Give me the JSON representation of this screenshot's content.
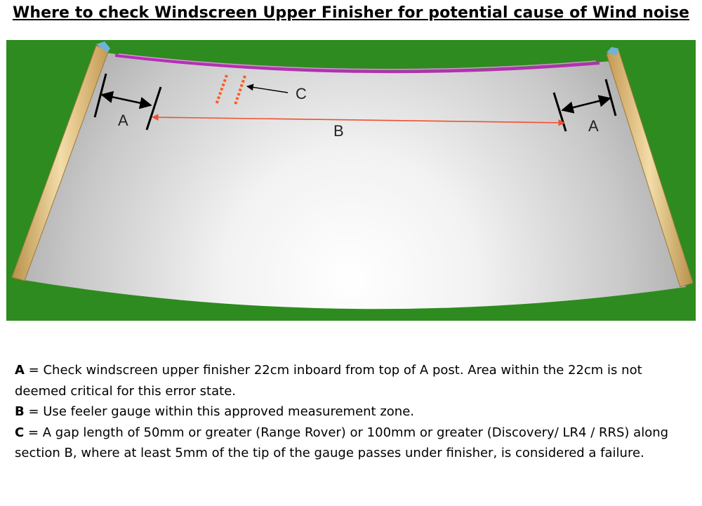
{
  "title": "Where to check Windscreen Upper Finisher for potential cause of Wind noise",
  "colors": {
    "background_green": "#2e8b1f",
    "glass_light": "#ffffff",
    "glass_dark": "#a6a6a6",
    "finisher_magenta": "#b42fb4",
    "a_post_tan": "#d9b46e",
    "zone_b_line": "#f05030",
    "gap_marker": "#ff5a1e",
    "arrow_black": "#000000"
  },
  "diagram": {
    "label_a_left": "A",
    "label_a_right": "A",
    "label_b": "B",
    "label_c": "C"
  },
  "legend": {
    "a_key": "A",
    "a_text": " = Check windscreen upper finisher 22cm inboard from top of A post. Area within the 22cm is not deemed critical for this error state.",
    "b_key": "B",
    "b_text": " = Use feeler gauge within this approved measurement zone.",
    "c_key": "C",
    "c_text_1": " = A gap length of 50mm or greater (Range Rover) or 100mm or greater (Discovery/ LR4 / RRS) along",
    "c_text_2": "section B, where at least 5mm of the tip of the gauge passes under finisher, is considered a failure."
  }
}
